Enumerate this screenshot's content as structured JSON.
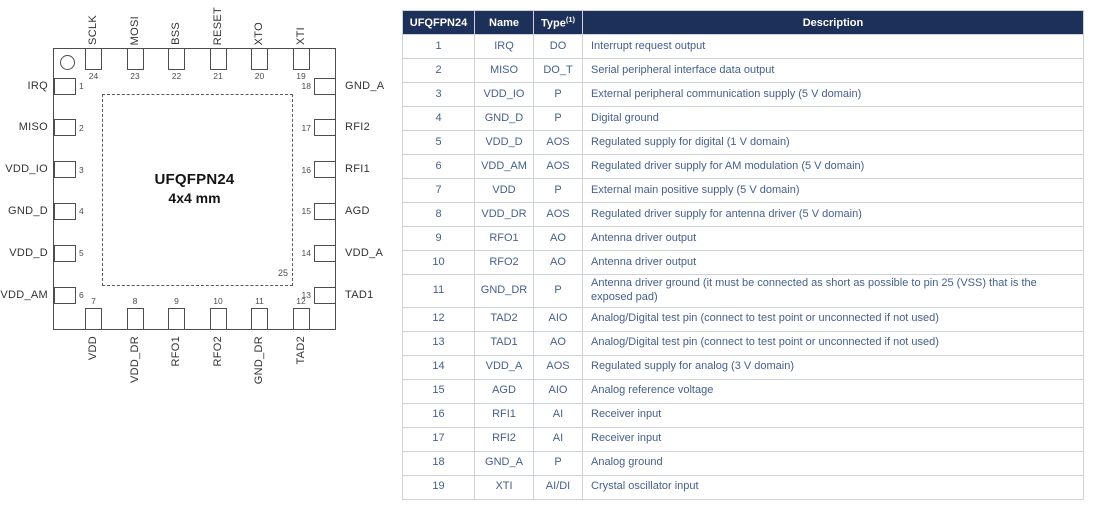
{
  "figure": {
    "package_title": "UFQFPN24",
    "package_size": "4x4 mm",
    "exposed_pad_number": "25",
    "top_pins": [
      {
        "number": "24",
        "label": "SCLK"
      },
      {
        "number": "23",
        "label": "MOSI"
      },
      {
        "number": "22",
        "label": "BSS"
      },
      {
        "number": "21",
        "label": "RESET"
      },
      {
        "number": "20",
        "label": "XTO"
      },
      {
        "number": "19",
        "label": "XTI"
      }
    ],
    "left_pins": [
      {
        "number": "1",
        "label": "IRQ"
      },
      {
        "number": "2",
        "label": "MISO"
      },
      {
        "number": "3",
        "label": "VDD_IO"
      },
      {
        "number": "4",
        "label": "GND_D"
      },
      {
        "number": "5",
        "label": "VDD_D"
      },
      {
        "number": "6",
        "label": "VDD_AM"
      }
    ],
    "right_pins": [
      {
        "number": "18",
        "label": "GND_A"
      },
      {
        "number": "17",
        "label": "RFI2"
      },
      {
        "number": "16",
        "label": "RFI1"
      },
      {
        "number": "15",
        "label": "AGD"
      },
      {
        "number": "14",
        "label": "VDD_A"
      },
      {
        "number": "13",
        "label": "TAD1"
      }
    ],
    "bottom_pins": [
      {
        "number": "7",
        "label": "VDD"
      },
      {
        "number": "8",
        "label": "VDD_DR"
      },
      {
        "number": "9",
        "label": "RFO1"
      },
      {
        "number": "10",
        "label": "RFO2"
      },
      {
        "number": "11",
        "label": "GND_DR"
      },
      {
        "number": "12",
        "label": "TAD2"
      }
    ]
  },
  "table": {
    "headers": [
      "UFQFPN24",
      "Name",
      "Type",
      "Description"
    ],
    "type_note": "(1)",
    "rows": [
      {
        "pin": "1",
        "name": "IRQ",
        "type": "DO",
        "desc": "Interrupt request output"
      },
      {
        "pin": "2",
        "name": "MISO",
        "type": "DO_T",
        "desc": "Serial peripheral interface data output"
      },
      {
        "pin": "3",
        "name": "VDD_IO",
        "type": "P",
        "desc": "External peripheral communication supply (5 V domain)"
      },
      {
        "pin": "4",
        "name": "GND_D",
        "type": "P",
        "desc": "Digital ground"
      },
      {
        "pin": "5",
        "name": "VDD_D",
        "type": "AOS",
        "desc": "Regulated supply for digital (1 V domain)"
      },
      {
        "pin": "6",
        "name": "VDD_AM",
        "type": "AOS",
        "desc": "Regulated driver supply for AM modulation (5 V domain)"
      },
      {
        "pin": "7",
        "name": "VDD",
        "type": "P",
        "desc": "External main positive supply (5 V domain)"
      },
      {
        "pin": "8",
        "name": "VDD_DR",
        "type": "AOS",
        "desc": "Regulated driver supply for antenna driver (5 V domain)"
      },
      {
        "pin": "9",
        "name": "RFO1",
        "type": "AO",
        "desc": "Antenna driver output"
      },
      {
        "pin": "10",
        "name": "RFO2",
        "type": "AO",
        "desc": "Antenna driver output"
      },
      {
        "pin": "11",
        "name": "GND_DR",
        "type": "P",
        "desc": "Antenna driver ground (it must be connected as short as possible to pin 25 (VSS) that is the exposed pad)"
      },
      {
        "pin": "12",
        "name": "TAD2",
        "type": "AIO",
        "desc": "Analog/Digital test pin (connect to test point or unconnected if not used)"
      },
      {
        "pin": "13",
        "name": "TAD1",
        "type": "AO",
        "desc": "Analog/Digital test pin (connect to test point or unconnected if not used)"
      },
      {
        "pin": "14",
        "name": "VDD_A",
        "type": "AOS",
        "desc": "Regulated supply for analog (3 V domain)"
      },
      {
        "pin": "15",
        "name": "AGD",
        "type": "AIO",
        "desc": "Analog reference voltage"
      },
      {
        "pin": "16",
        "name": "RFI1",
        "type": "AI",
        "desc": "Receiver input"
      },
      {
        "pin": "17",
        "name": "RFI2",
        "type": "AI",
        "desc": "Receiver input"
      },
      {
        "pin": "18",
        "name": "GND_A",
        "type": "P",
        "desc": "Analog ground"
      },
      {
        "pin": "19",
        "name": "XTI",
        "type": "AI/DI",
        "desc": "Crystal oscillator input"
      }
    ]
  },
  "colors": {
    "header_bg": "#1d3059",
    "header_text": "#ffffff",
    "body_text": "#46608c",
    "diagram_line": "#4d4d4d"
  }
}
